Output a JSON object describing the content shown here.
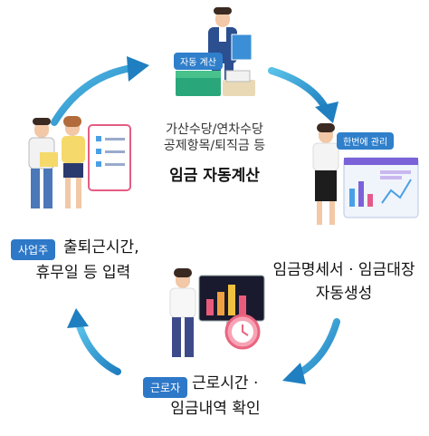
{
  "top": {
    "badge": "자동 계산",
    "sub_line1": "가산수당/연차수당",
    "sub_line2": "공제항목/퇴직금 등",
    "title": "임금 자동계산"
  },
  "right": {
    "badge": "한번에 관리",
    "line1": "임금명세서 · 임금대장",
    "line2": "자동생성"
  },
  "bottom": {
    "badge": "근로자",
    "line1": "근로시간 ·",
    "line2": "임금내역 확인"
  },
  "left": {
    "badge": "사업주",
    "line1": "출퇴근시간,",
    "line2": "휴무일 등 입력"
  },
  "colors": {
    "accent": "#2f7fcb",
    "arrow": "#3aa6d6"
  },
  "icons": [
    "businessman-with-calculator-icon",
    "businesswoman-with-chart-icon",
    "woman-with-clock-icon",
    "two-workers-with-checklist-icon"
  ]
}
